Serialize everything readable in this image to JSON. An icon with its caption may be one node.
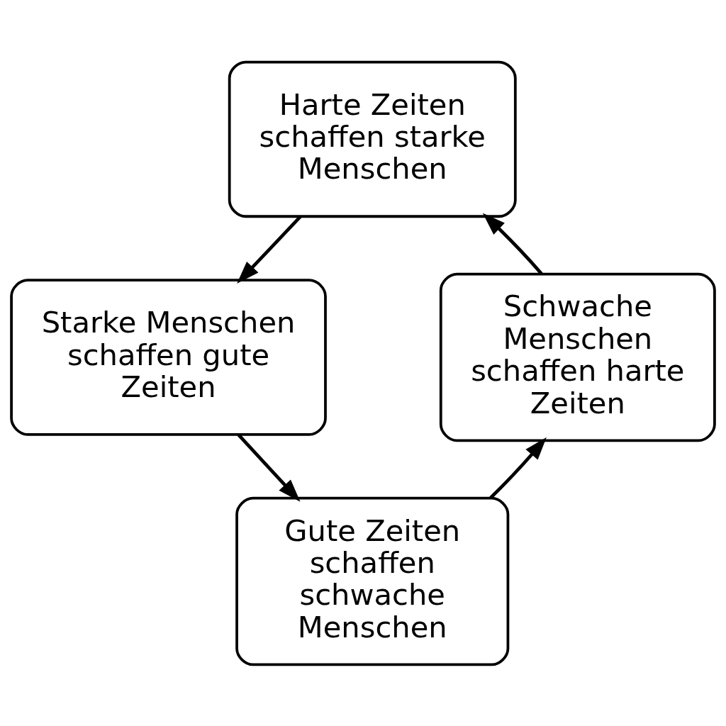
{
  "diagram": {
    "nodes": [
      {
        "text": [
          "Harte Zeiten schaffen starke Menschen"
        ]
      },
      {
        "text": [
          "Starke Menschen schaffen gute Zeiten"
        ]
      },
      {
        "text": [
          "Gute Zeiten schaffen schwache Menschen"
        ]
      },
      {
        "text": [
          "Schwache Menschen schaffen harte Zeiten"
        ]
      }
    ],
    "edges": [
      {
        "from": 0,
        "to": 1,
        "arrow": "to"
      },
      {
        "from": 1,
        "to": 2,
        "arrow": "to"
      },
      {
        "from": 2,
        "to": 3,
        "arrow": "to"
      },
      {
        "from": 3,
        "to": 0,
        "arrow": "to"
      }
    ]
  }
}
